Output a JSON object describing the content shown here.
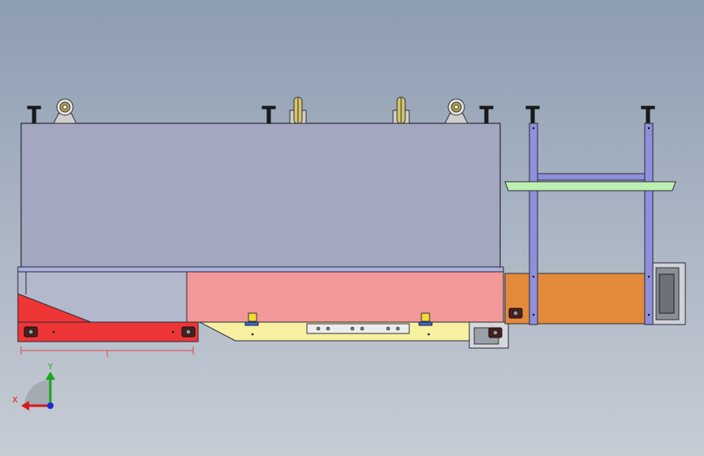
{
  "viewport": {
    "background_top": "#8d9db2",
    "background_bottom": "#c6ccd4"
  },
  "colors": {
    "housing": "#a3a8c0",
    "housing_edge": "#2b2b3a",
    "rail": "#aab0dd",
    "pink_panel": "#f39898",
    "red_base": "#ee3535",
    "yellow_tray": "#f6f0a0",
    "orange_block": "#e38a3a",
    "frame_blue": "#8e90dc",
    "shelf_green": "#bdf0b0",
    "caster_metal": "#cfcfcf",
    "dark_steel": "#1c1c1c"
  },
  "axis_triad": {
    "x_label": "X",
    "y_label": "Y",
    "x_color": "#d31b1b",
    "y_color": "#19a51a",
    "z_color": "#1b2ad6"
  },
  "parts": [
    {
      "name": "main-housing",
      "icon": "box-icon"
    },
    {
      "name": "caster-wheel",
      "icon": "caster-icon"
    },
    {
      "name": "leveling-foot",
      "icon": "foot-icon"
    },
    {
      "name": "side-frame",
      "icon": "frame-icon"
    },
    {
      "name": "green-shelf",
      "icon": "shelf-icon"
    },
    {
      "name": "red-base",
      "icon": "base-icon"
    },
    {
      "name": "yellow-tray",
      "icon": "tray-icon"
    },
    {
      "name": "orange-block",
      "icon": "block-icon"
    }
  ]
}
